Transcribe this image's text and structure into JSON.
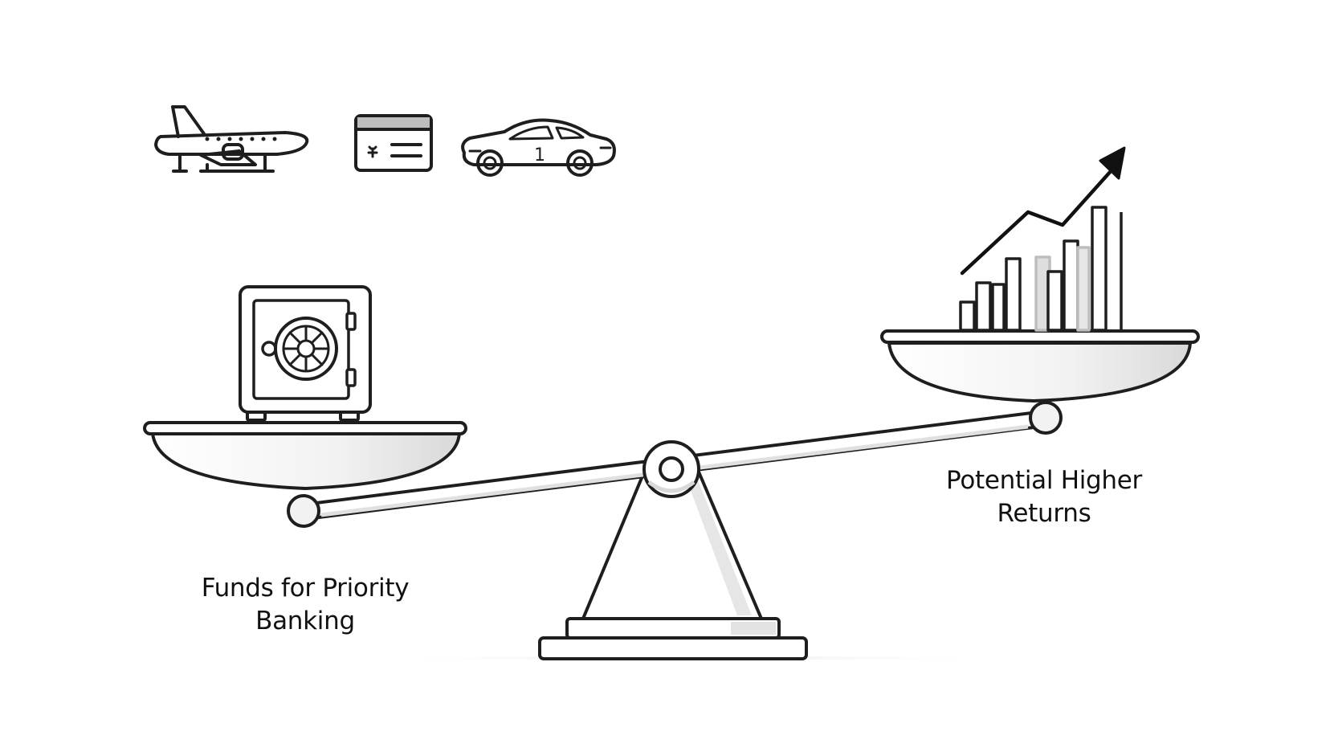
{
  "labels": {
    "left_line1": "Funds for Priority",
    "left_line2": "Banking",
    "right_line1": "Potential Higher",
    "right_line2": "Returns"
  },
  "car_plate": "1",
  "icons": {
    "top_row": [
      "airplane-icon",
      "card-icon",
      "car-icon"
    ],
    "left_pan": "safe-icon",
    "right_pan": "growth-chart-icon"
  },
  "colors": {
    "ink": "#1e1e1e",
    "shade": "#e6e6e6",
    "background": "#ffffff"
  }
}
